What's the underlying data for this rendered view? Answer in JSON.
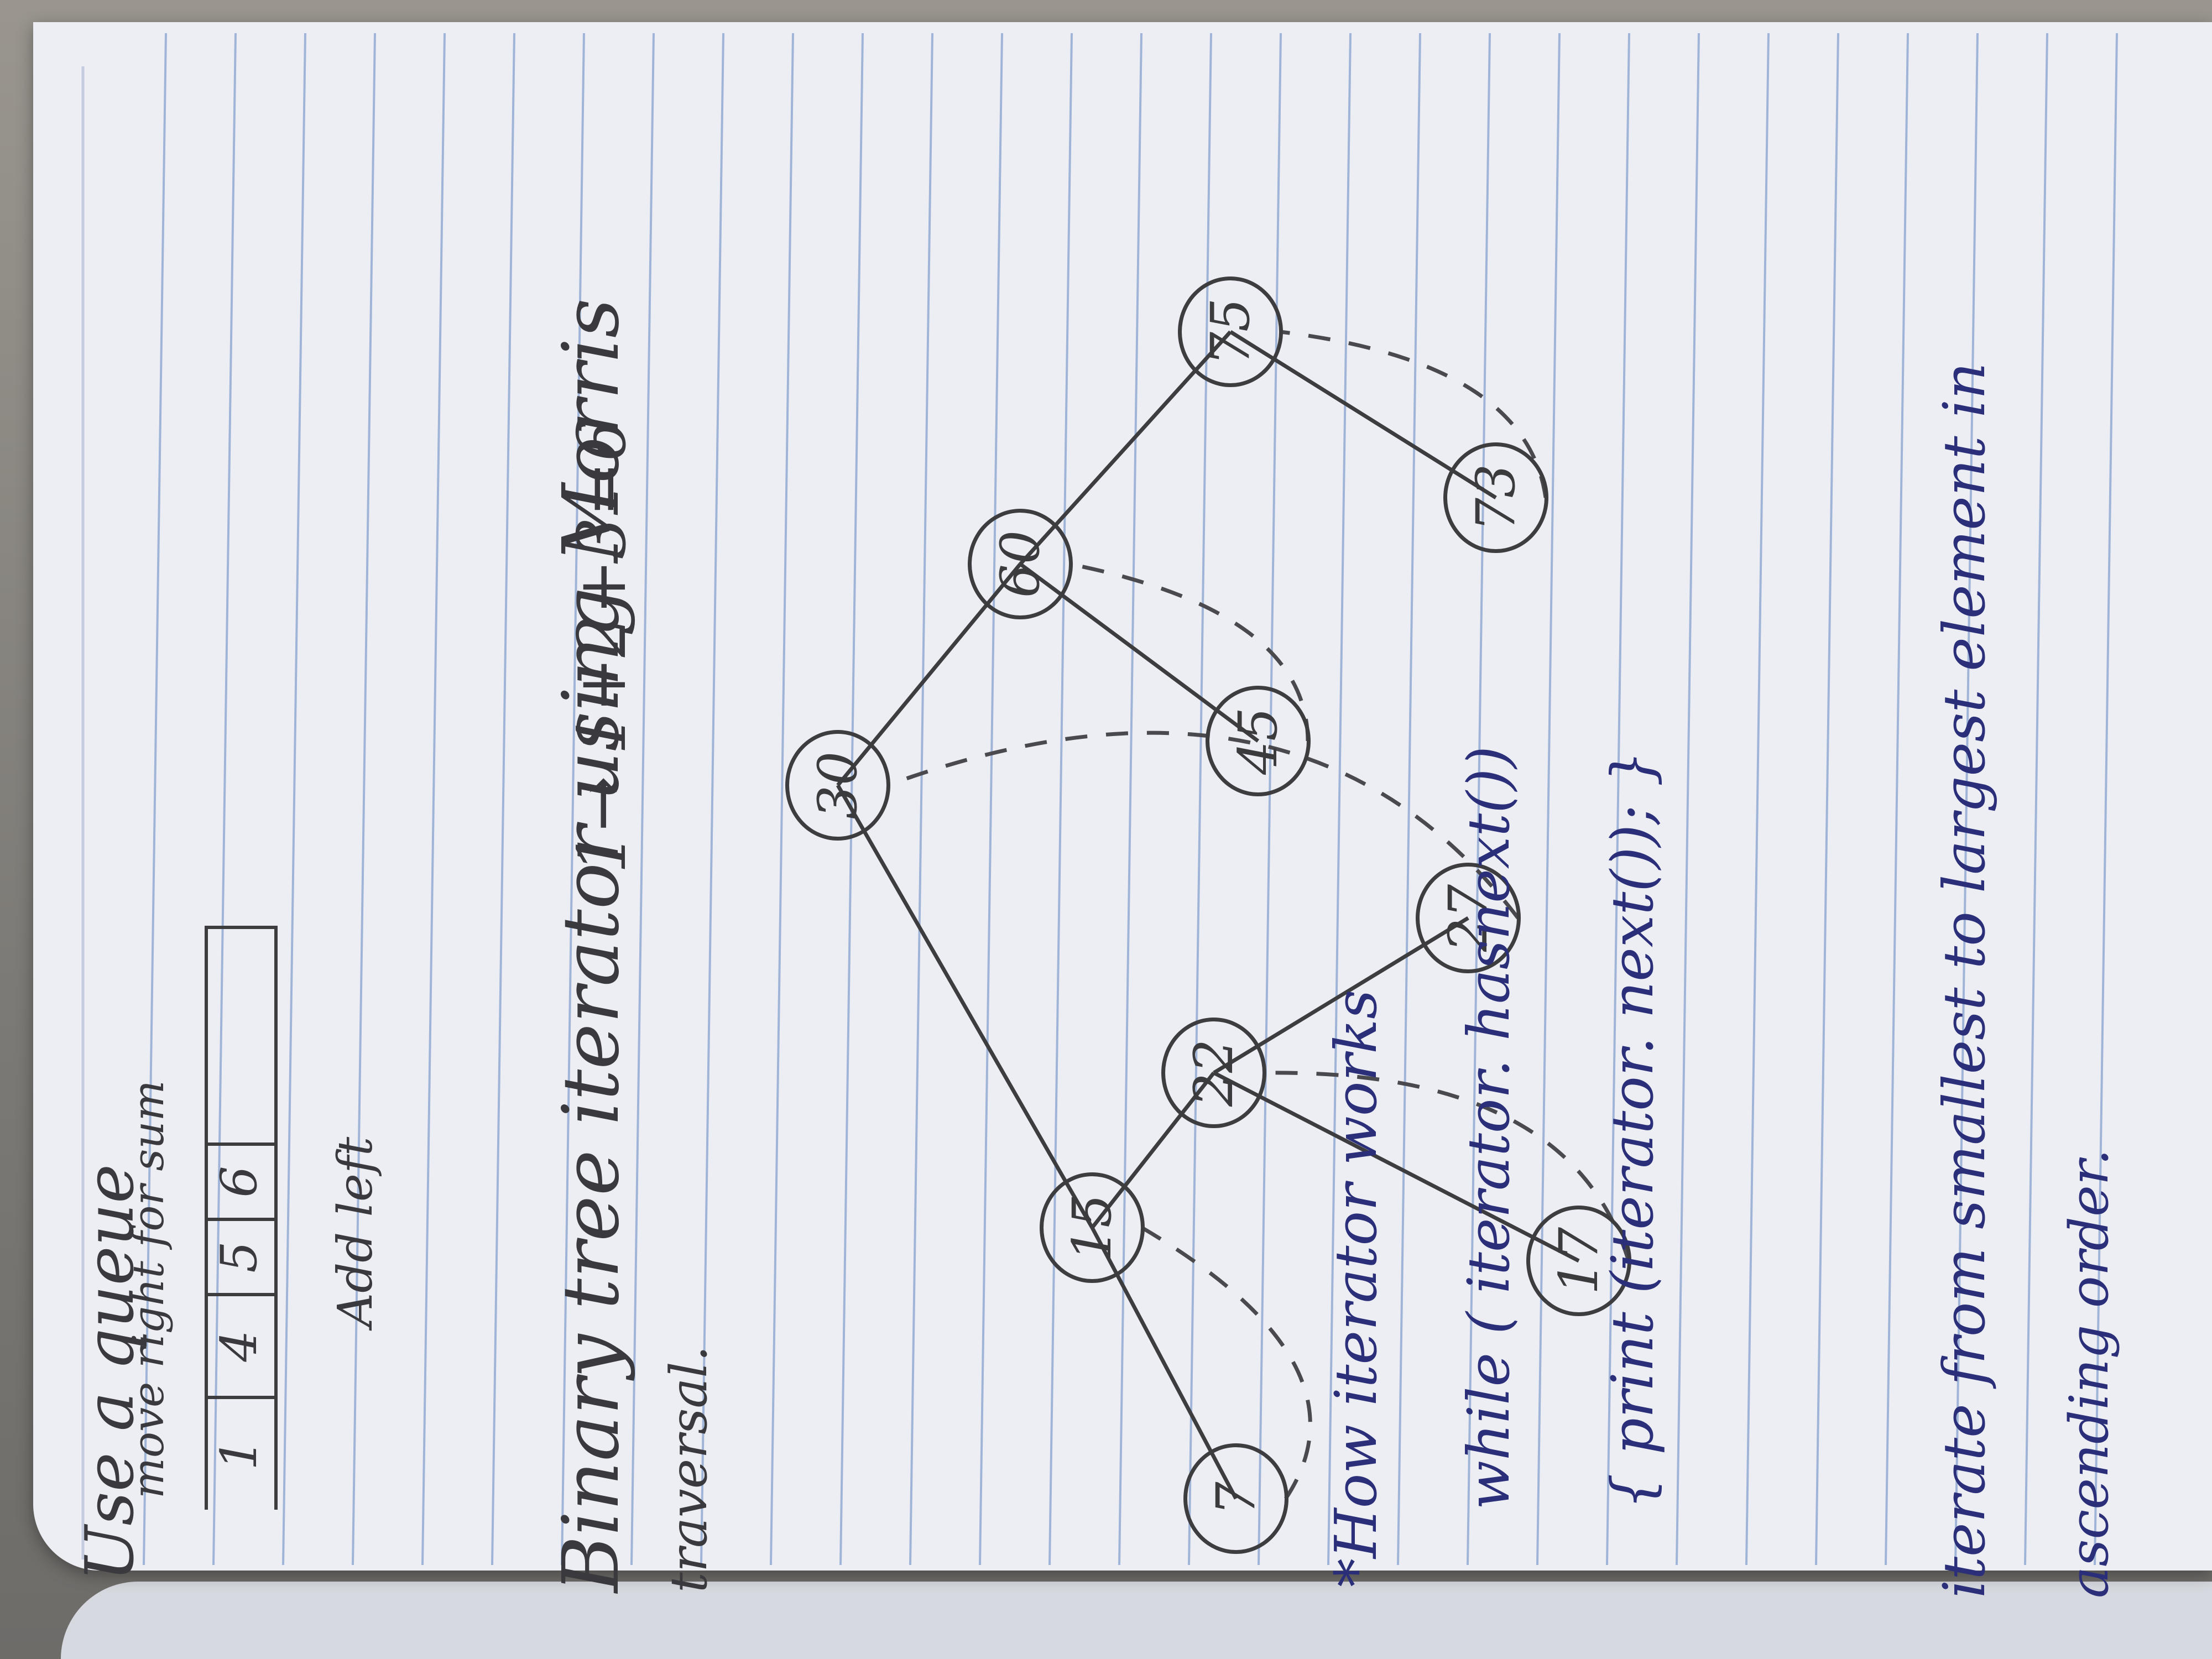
{
  "notes": {
    "queue_title": "Use a queue",
    "queue_note": "move right for sum",
    "queue_cells": [
      "1",
      "4",
      "5",
      "6"
    ],
    "add_left": "Add left",
    "sum": "1→ 1+2+3=6",
    "heading": "Binary tree iterator using Morris",
    "heading_cont": "traversal.",
    "how_title": "*How iterator works",
    "code_while": "while ( iterator. hasnext())",
    "code_print": "{ print (iterator. next()); }",
    "summary_1": "iterate from smallest to largest element in",
    "summary_2": "ascending order."
  },
  "tree": {
    "nodes": [
      "30",
      "15",
      "60",
      "7",
      "22",
      "45",
      "75",
      "17",
      "27",
      "73"
    ],
    "edges": [
      [
        "30",
        "15"
      ],
      [
        "30",
        "60"
      ],
      [
        "15",
        "7"
      ],
      [
        "15",
        "22"
      ],
      [
        "22",
        "17"
      ],
      [
        "22",
        "27"
      ],
      [
        "60",
        "45"
      ],
      [
        "60",
        "75"
      ],
      [
        "75",
        "73"
      ]
    ],
    "threads": [
      [
        "7",
        "15"
      ],
      [
        "17",
        "22"
      ],
      [
        "27",
        "30"
      ],
      [
        "45",
        "60"
      ],
      [
        "73",
        "75"
      ]
    ]
  },
  "colors": {
    "ink": "#3a3a3e",
    "blue_ink": "#2b2f7a",
    "paper": "#eceef3",
    "rule": "#9fb4d6"
  }
}
